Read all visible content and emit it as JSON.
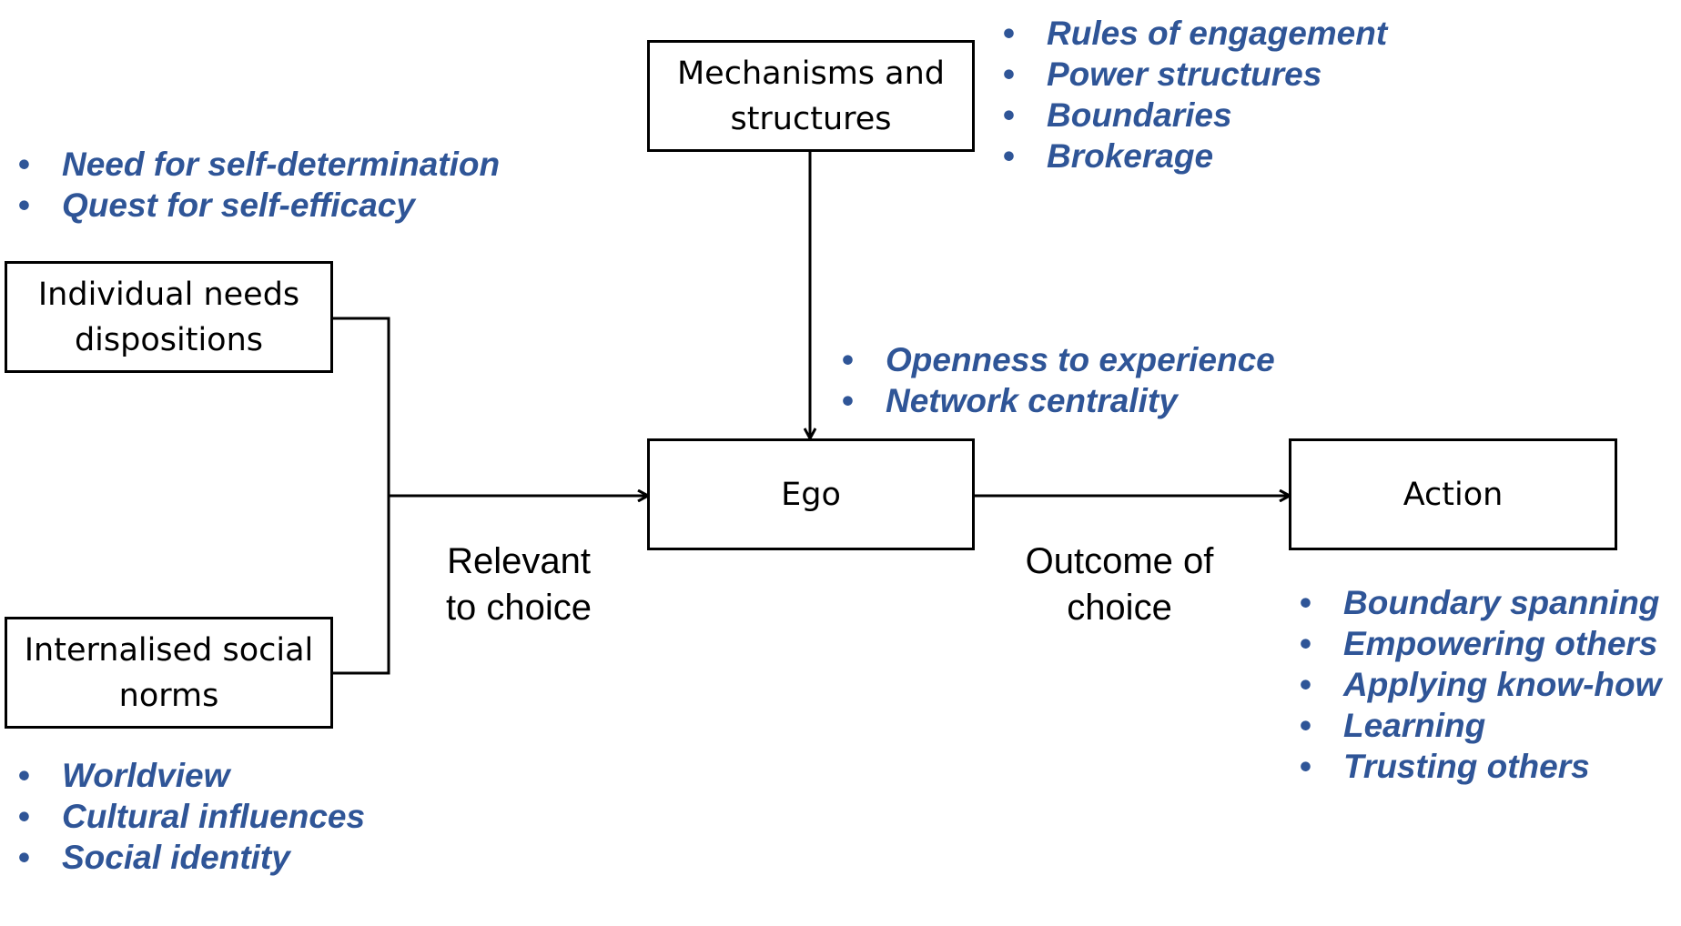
{
  "boxes": {
    "mechanisms": [
      "Mechanisms and",
      "structures"
    ],
    "individual": [
      "Individual needs",
      "dispositions"
    ],
    "internalised": [
      "Internalised social",
      "norms"
    ],
    "ego": [
      "Ego"
    ],
    "action": [
      "Action"
    ]
  },
  "edge_labels": {
    "relevant": [
      "Relevant",
      "to choice"
    ],
    "outcome": [
      "Outcome of",
      "choice"
    ]
  },
  "bullets": {
    "mechanisms": [
      "Rules of engagement",
      "Power structures",
      "Boundaries",
      "Brokerage"
    ],
    "individual": [
      "Need for self-determination",
      "Quest for self-efficacy"
    ],
    "ego": [
      "Openness to experience",
      "Network centrality"
    ],
    "internalised": [
      "Worldview",
      "Cultural influences",
      "Social identity"
    ],
    "action": [
      "Boundary spanning",
      "Empowering others",
      "Applying know-how",
      "Learning",
      "Trusting others"
    ]
  },
  "bullet_symbol": "•",
  "colors": {
    "bullet_text": "#2F5597",
    "lines": "#000000"
  }
}
